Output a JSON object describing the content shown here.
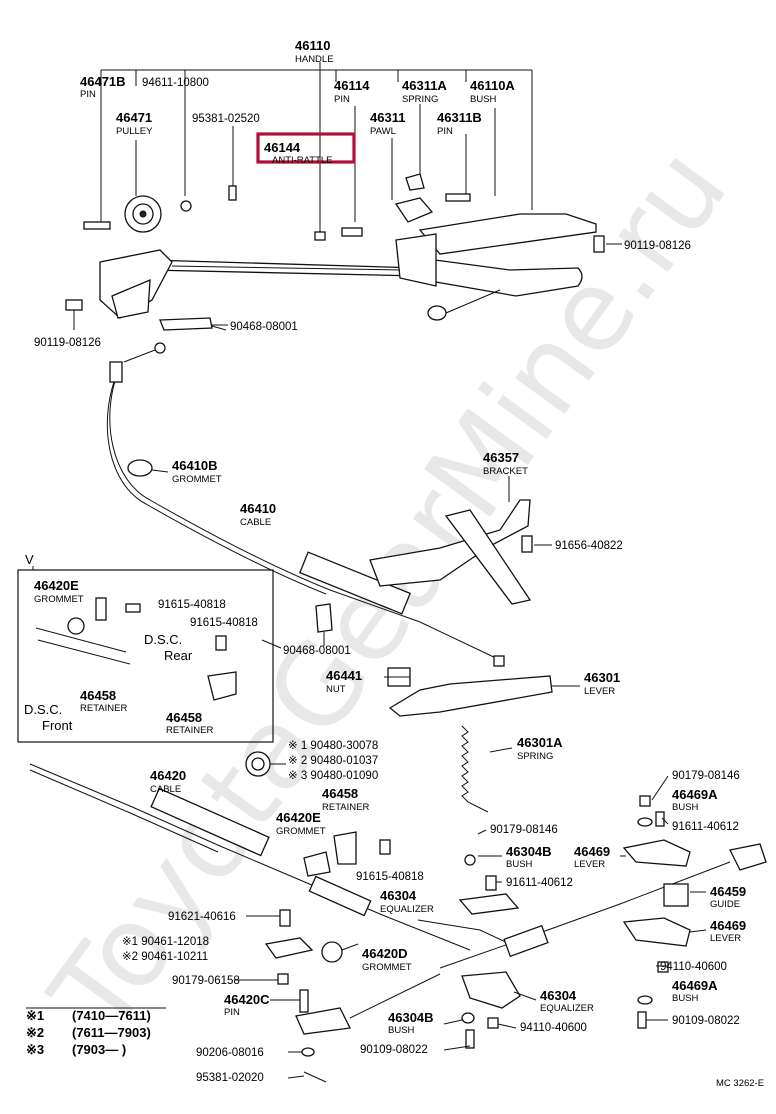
{
  "watermark": "ToyotaGearMine.ru",
  "highlight_color": "#b0103a",
  "diagram_code": "MC 3262-E",
  "inset_marker": "V",
  "legend": [
    {
      "mark": "※1",
      "range": "(7410—7611)"
    },
    {
      "mark": "※2",
      "range": "(7611—7903)"
    },
    {
      "mark": "※3",
      "range": "(7903—        )"
    }
  ],
  "labels": {
    "handle_num": "46110",
    "handle_name": "HANDLE",
    "pin_a_num": "46471B",
    "pin_a_name": "PIN",
    "pulley_pn": "94611-10800",
    "pulley_num": "46471",
    "pulley_name": "PULLEY",
    "p95381a": "95381-02520",
    "pin_b_num": "46114",
    "pin_b_name": "PIN",
    "antirattle_num": "46144",
    "antirattle_name": "ANTI-RATTLE",
    "spring_a_num": "46311A",
    "spring_a_name": "SPRING",
    "bush_a_num": "46110A",
    "bush_a_name": "BUSH",
    "pawl_num": "46311",
    "pawl_name": "PAWL",
    "pin_c_num": "46311B",
    "pin_c_name": "PIN",
    "bolt_r": "90119-08126",
    "bolt_l": "90119-08126",
    "clip_a": "90468-08001",
    "grommet_a_num": "46410B",
    "grommet_a_name": "GROMMET",
    "bracket_num": "46357",
    "bracket_name": "BRACKET",
    "cable_a_num": "46410",
    "cable_a_name": "CABLE",
    "bolt_b": "91656-40822",
    "clip_b": "90468-08001",
    "nut_num": "46441",
    "nut_name": "NUT",
    "lever_a_num": "46301",
    "lever_a_name": "LEVER",
    "spring_b_num": "46301A",
    "spring_b_name": "SPRING",
    "inset_grommet_num": "46420E",
    "inset_grommet_name": "GROMMET",
    "inset_bolt_a": "91615-40818",
    "inset_bolt_b": "91615-40818",
    "dsc_rear_a": "D.S.C.",
    "dsc_rear_b": "Rear",
    "inset_ret_a_num": "46458",
    "inset_ret_a_name": "RETAINER",
    "dsc_front_a": "D.S.C.",
    "dsc_front_b": "Front",
    "inset_ret_b_num": "46458",
    "inset_ret_b_name": "RETAINER",
    "alt1": "※ 1  90480-30078",
    "alt2": "※ 2  90480-01037",
    "alt3": "※ 3  90480-01090",
    "cable_b_num": "46420",
    "cable_b_name": "CABLE",
    "ret_num": "46458",
    "ret_name": "RETAINER",
    "grommet_b_num": "46420E",
    "grommet_b_name": "GROMMET",
    "bolt_c": "91615-40818",
    "nut_a": "90179-08146",
    "bush_b_num": "46304B",
    "bush_b_name": "BUSH",
    "bolt_d": "91611-40612",
    "eq_a_num": "46304",
    "eq_a_name": "EQUALIZER",
    "nut_b": "90179-08146",
    "bush_c_num": "46469A",
    "bush_c_name": "BUSH",
    "bolt_e": "91611-40612",
    "lever_b_num": "46469",
    "lever_b_name": "LEVER",
    "guide_num": "46459",
    "guide_name": "GUIDE",
    "lever_c_num": "46469",
    "lever_c_name": "LEVER",
    "bolt_f": "91621-40616",
    "nut_alt1": "※1  90461-12018",
    "nut_alt2": "※2  90461-10211",
    "grommet_c_num": "46420D",
    "grommet_c_name": "GROMMET",
    "nut_c": "90179-06158",
    "pin_d_num": "46420C",
    "pin_d_name": "PIN",
    "eq_b_num": "46304",
    "eq_b_name": "EQUALIZER",
    "bush_d_num": "46304B",
    "bush_d_name": "BUSH",
    "nut_d": "94110-40600",
    "nut_e": "94110-40600",
    "bush_e_num": "46469A",
    "bush_e_name": "BUSH",
    "washer_a": "90206-08016",
    "bolt_g": "90109-08022",
    "bolt_h": "90109-08022",
    "pin_e": "95381-02020"
  }
}
